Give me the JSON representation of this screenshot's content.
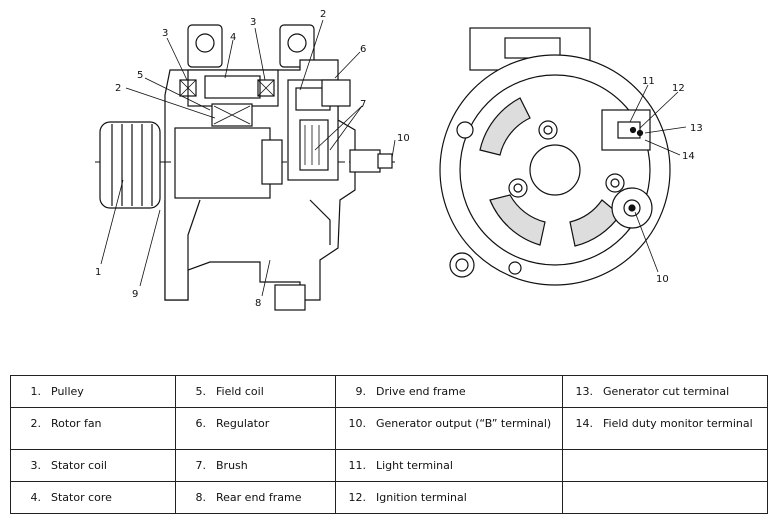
{
  "callouts_left": [
    "1",
    "2",
    "2",
    "3",
    "3",
    "4",
    "5",
    "6",
    "7",
    "8",
    "9",
    "10"
  ],
  "callouts_right": [
    "10",
    "11",
    "12",
    "13",
    "14"
  ],
  "legend": [
    [
      {
        "num": "1.",
        "label": "Pulley"
      },
      {
        "num": "5.",
        "label": "Field coil"
      },
      {
        "num": "9.",
        "label": "Drive end frame"
      },
      {
        "num": "13.",
        "label": "Generator cut terminal"
      }
    ],
    [
      {
        "num": "2.",
        "label": "Rotor fan"
      },
      {
        "num": "6.",
        "label": "Regulator"
      },
      {
        "num": "10.",
        "label": "Generator output (“B” terminal)"
      },
      {
        "num": "14.",
        "label": "Field duty monitor terminal"
      }
    ],
    [
      {
        "num": "3.",
        "label": "Stator coil"
      },
      {
        "num": "7.",
        "label": "Brush"
      },
      {
        "num": "11.",
        "label": "Light terminal"
      },
      {
        "num": "",
        "label": ""
      }
    ],
    [
      {
        "num": "4.",
        "label": "Stator core"
      },
      {
        "num": "8.",
        "label": "Rear end frame"
      },
      {
        "num": "12.",
        "label": "Ignition terminal"
      },
      {
        "num": "",
        "label": ""
      }
    ]
  ]
}
